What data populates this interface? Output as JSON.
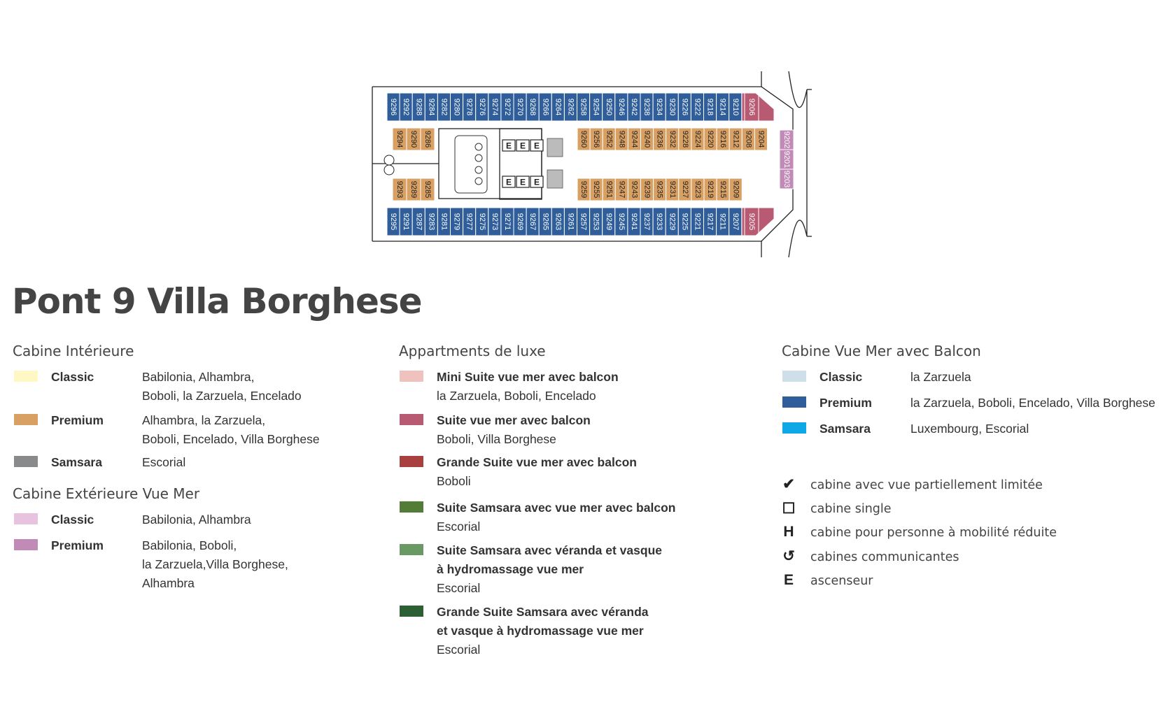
{
  "title": "Pont 9 Villa Borghese",
  "colors": {
    "interior_classic": "#fff7c4",
    "interior_premium": "#d9a064",
    "interior_samsara": "#888a8c",
    "ext_classic": "#e8c3df",
    "ext_premium": "#c18ab7",
    "mini_suite": "#f0c2bd",
    "suite": "#b85a72",
    "grande_suite": "#a84040",
    "suite_samsara": "#537d36",
    "suite_samsara_veranda": "#6a9966",
    "grande_suite_samsara": "#2c5f34",
    "balcon_classic": "#cfdfe9",
    "balcon_premium": "#2f5e9a",
    "balcon_samsara": "#0fa8e7"
  },
  "deck": {
    "top_outer": [
      "9296",
      "9292",
      "9288",
      "9284",
      "9282",
      "9280",
      "9278",
      "9276",
      "9274",
      "9272",
      "9270",
      "9268",
      "9266",
      "9264",
      "9262",
      "9258",
      "9254",
      "9250",
      "9246",
      "9242",
      "9238",
      "9234",
      "9230",
      "9226",
      "9222",
      "9218",
      "9214",
      "9210"
    ],
    "bottom_outer": [
      "9295",
      "9291",
      "9287",
      "9283",
      "9281",
      "9279",
      "9277",
      "9275",
      "9273",
      "9271",
      "9269",
      "9267",
      "9265",
      "9263",
      "9261",
      "9257",
      "9253",
      "9249",
      "9245",
      "9241",
      "9237",
      "9233",
      "9229",
      "9225",
      "9221",
      "9217",
      "9211",
      "9207"
    ],
    "top_inner": [
      "9260",
      "9256",
      "9252",
      "9248",
      "9244",
      "9240",
      "9236",
      "9232",
      "9228",
      "9224",
      "9220",
      "9216",
      "9212",
      "9208",
      "9204"
    ],
    "bottom_inner": [
      "9259",
      "9255",
      "9251",
      "9247",
      "9243",
      "9239",
      "9235",
      "9231",
      "9227",
      "9223",
      "9219",
      "9215",
      "9209"
    ],
    "aft_top": [
      "9294",
      "9290",
      "9286"
    ],
    "aft_bottom": [
      "9293",
      "9289",
      "9285"
    ],
    "suite_top": "9206",
    "suite_bottom": "9205",
    "bow": [
      "9202",
      "9201",
      "9203"
    ],
    "elevator": "E",
    "accessible": "H"
  },
  "interior": {
    "heading": "Cabine Intérieure",
    "rows": [
      {
        "label": "Classic",
        "line1": "Babilonia, Alhambra,",
        "line2": "Boboli, la Zarzuela, Encelado"
      },
      {
        "label": "Premium",
        "line1": "Alhambra, la Zarzuela,",
        "line2": "Boboli, Encelado, Villa Borghese"
      },
      {
        "label": "Samsara",
        "line1": "Escorial"
      }
    ]
  },
  "exterior": {
    "heading": "Cabine Extérieure Vue Mer",
    "rows": [
      {
        "label": "Classic",
        "line1": "Babilonia, Alhambra"
      },
      {
        "label": "Premium",
        "line1": "Babilonia, Boboli,",
        "line2": "la Zarzuela,Villa Borghese,",
        "line3": "Alhambra"
      }
    ]
  },
  "luxe": {
    "heading": "Appartments de luxe",
    "rows": [
      {
        "title": "Mini Suite vue mer avec balcon",
        "ships": "la Zarzuela, Boboli, Encelado"
      },
      {
        "title": "Suite vue mer avec balcon",
        "ships": "Boboli, Villa Borghese"
      },
      {
        "title": "Grande Suite vue mer avec balcon",
        "ships": "Boboli"
      },
      {
        "title": "Suite Samsara avec vue mer avec balcon",
        "ships": "Escorial"
      },
      {
        "title": "Suite Samsara avec véranda et vasque",
        "title2": "à hydromassage vue mer",
        "ships": "Escorial"
      },
      {
        "title": "Grande Suite Samsara avec véranda",
        "title2": "et vasque à hydromassage vue mer",
        "ships": "Escorial"
      }
    ]
  },
  "balcon": {
    "heading": "Cabine Vue Mer avec Balcon",
    "rows": [
      {
        "label": "Classic",
        "line1": "la Zarzuela"
      },
      {
        "label": "Premium",
        "line1": "la Zarzuela, Boboli, Encelado, Villa Borghese"
      },
      {
        "label": "Samsara",
        "line1": "Luxembourg, Escorial"
      }
    ]
  },
  "symbols": [
    {
      "icon": "check-icon",
      "glyph": "✔",
      "text": "cabine avec vue partiellement limitée"
    },
    {
      "icon": "single-cabin-icon",
      "glyph": "☐",
      "text": "cabine single"
    },
    {
      "icon": "accessible-icon",
      "glyph": "H",
      "text": "cabine pour personne à mobilité réduite"
    },
    {
      "icon": "connecting-icon",
      "glyph": "↺",
      "text": "cabines communicantes"
    },
    {
      "icon": "elevator-icon",
      "glyph": "E",
      "text": "ascenseur"
    }
  ]
}
